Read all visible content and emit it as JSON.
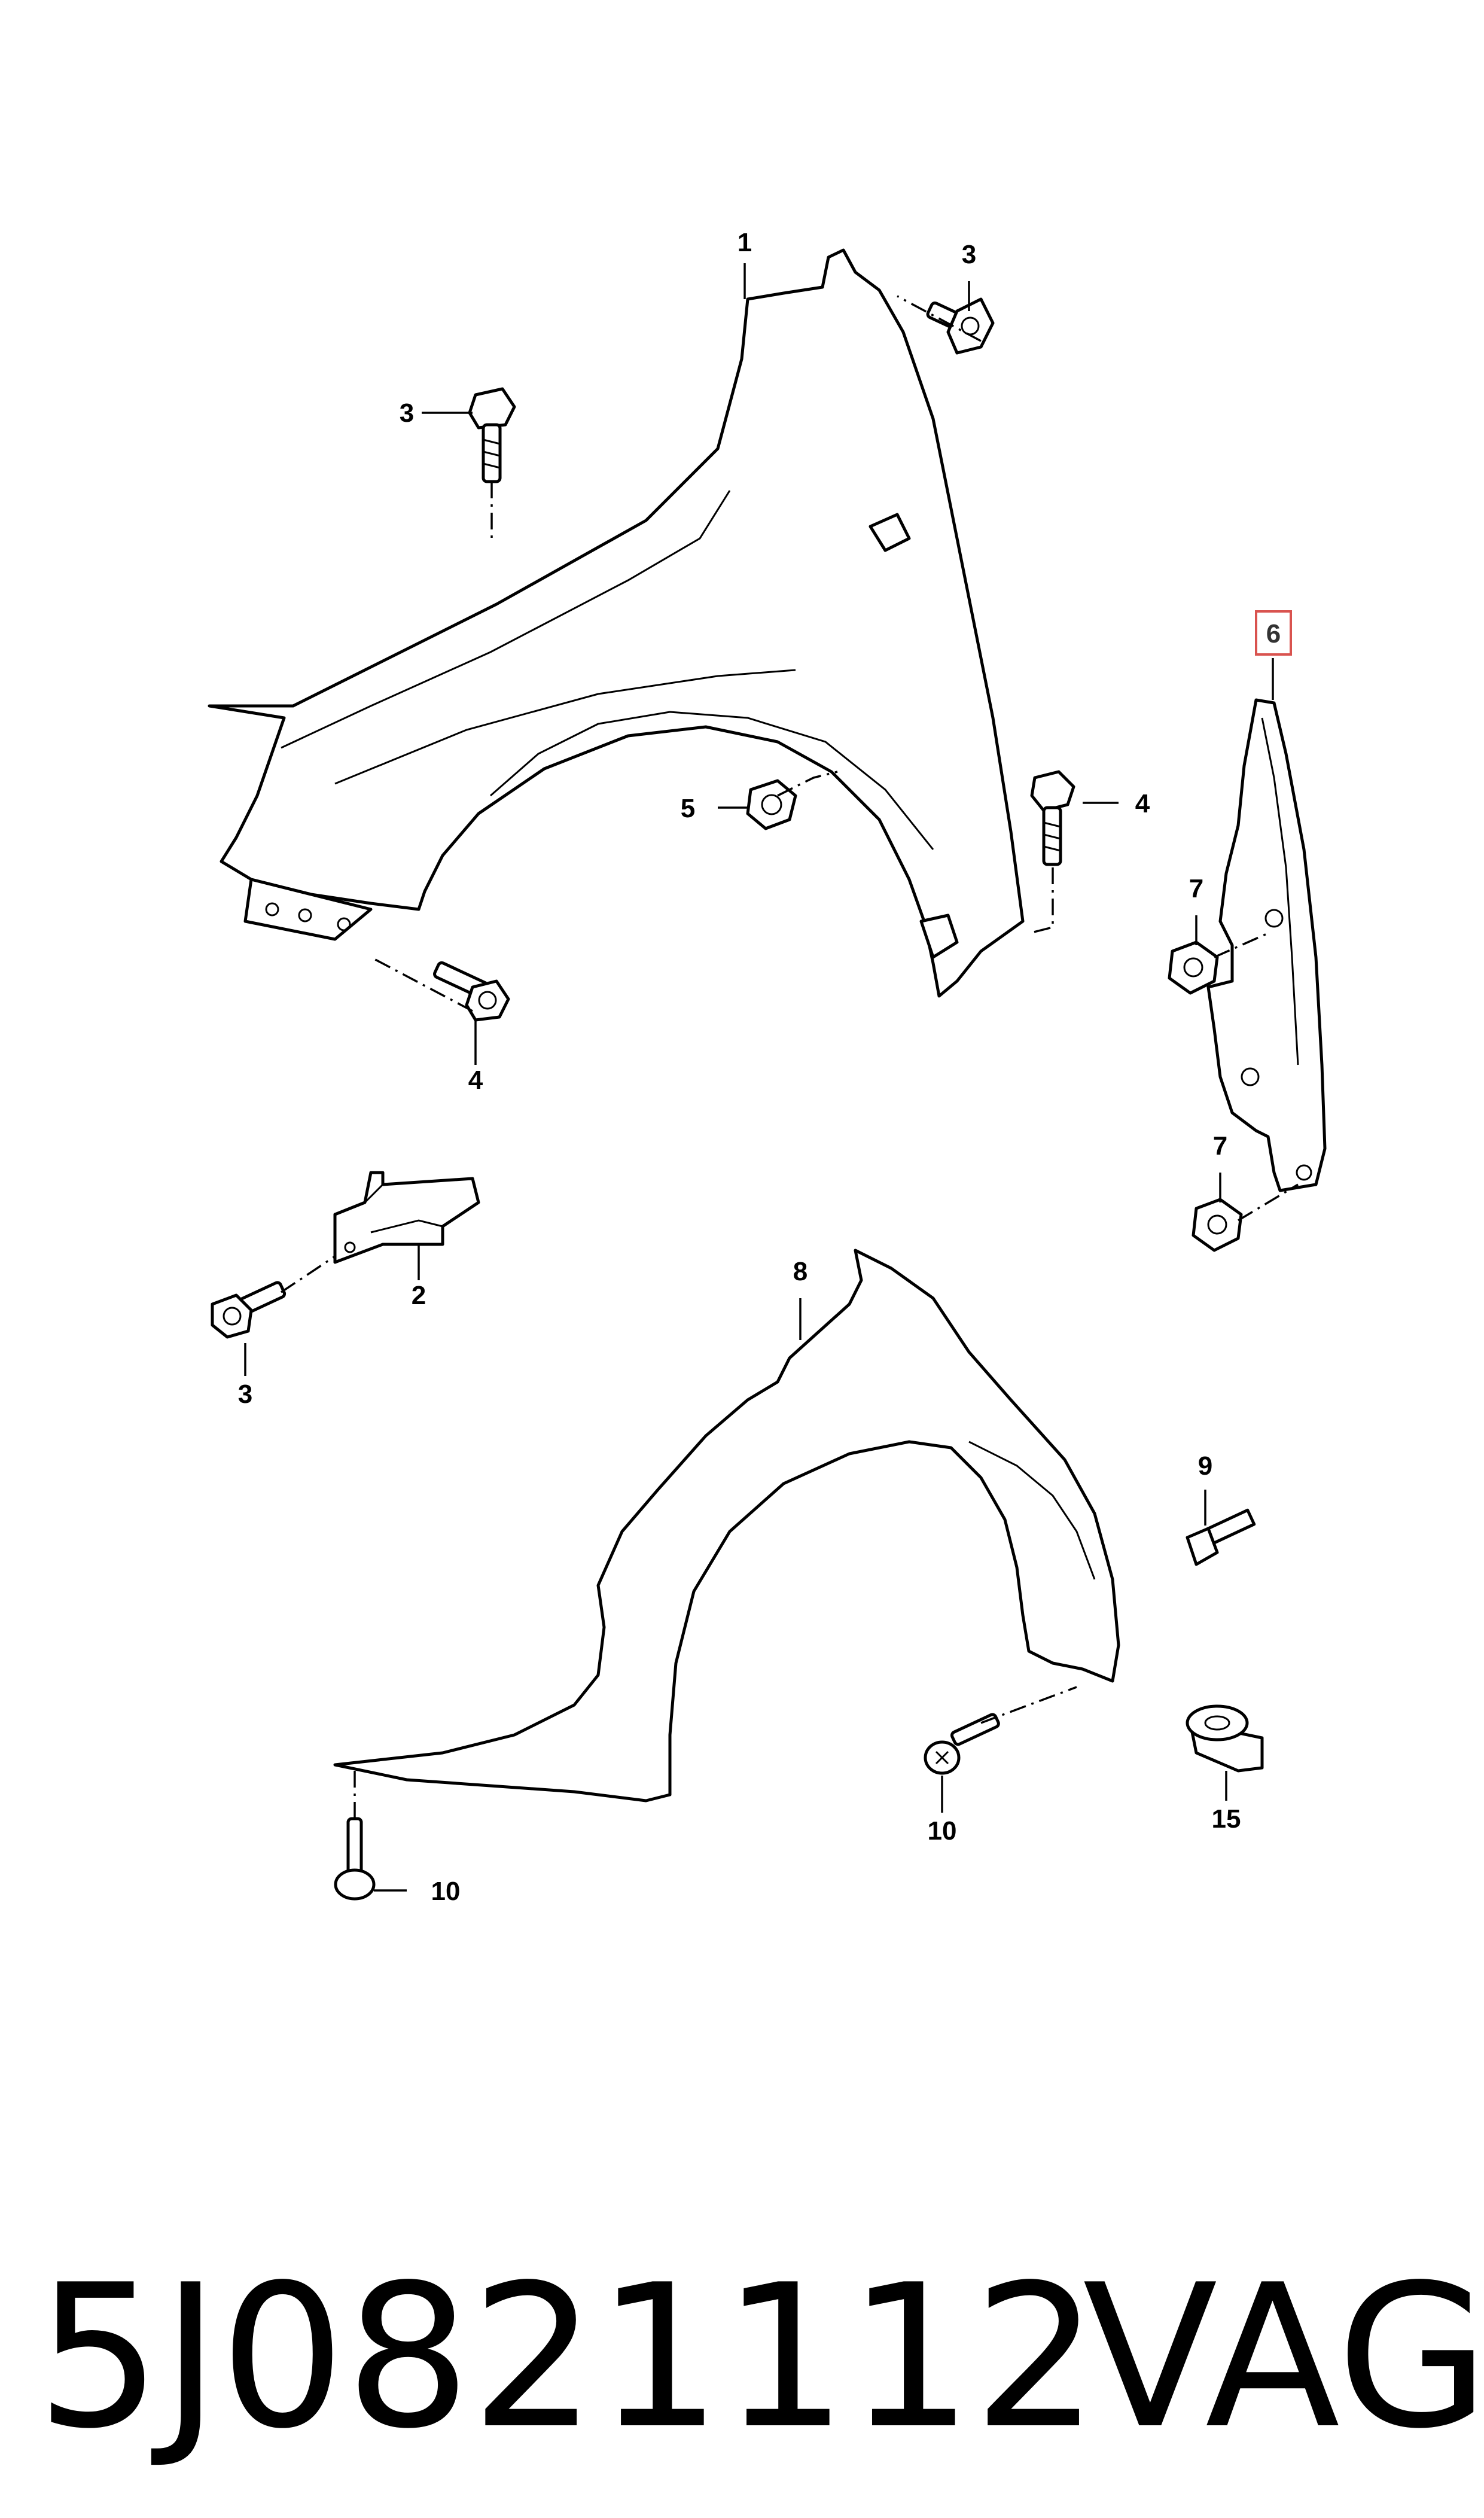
{
  "callouts": {
    "c1": "1",
    "c2": "2",
    "c3a": "3",
    "c3b": "3",
    "c3c": "3",
    "c4a": "4",
    "c4b": "4",
    "c5": "5",
    "c6": "6",
    "c7a": "7",
    "c7b": "7",
    "c8": "8",
    "c9": "9",
    "c10a": "10",
    "c10b": "10",
    "c15": "15"
  },
  "highlight": {
    "callout": "6",
    "color": "#d9534f"
  },
  "footer": {
    "part_number": "5J0821112",
    "brand": "VAG"
  }
}
